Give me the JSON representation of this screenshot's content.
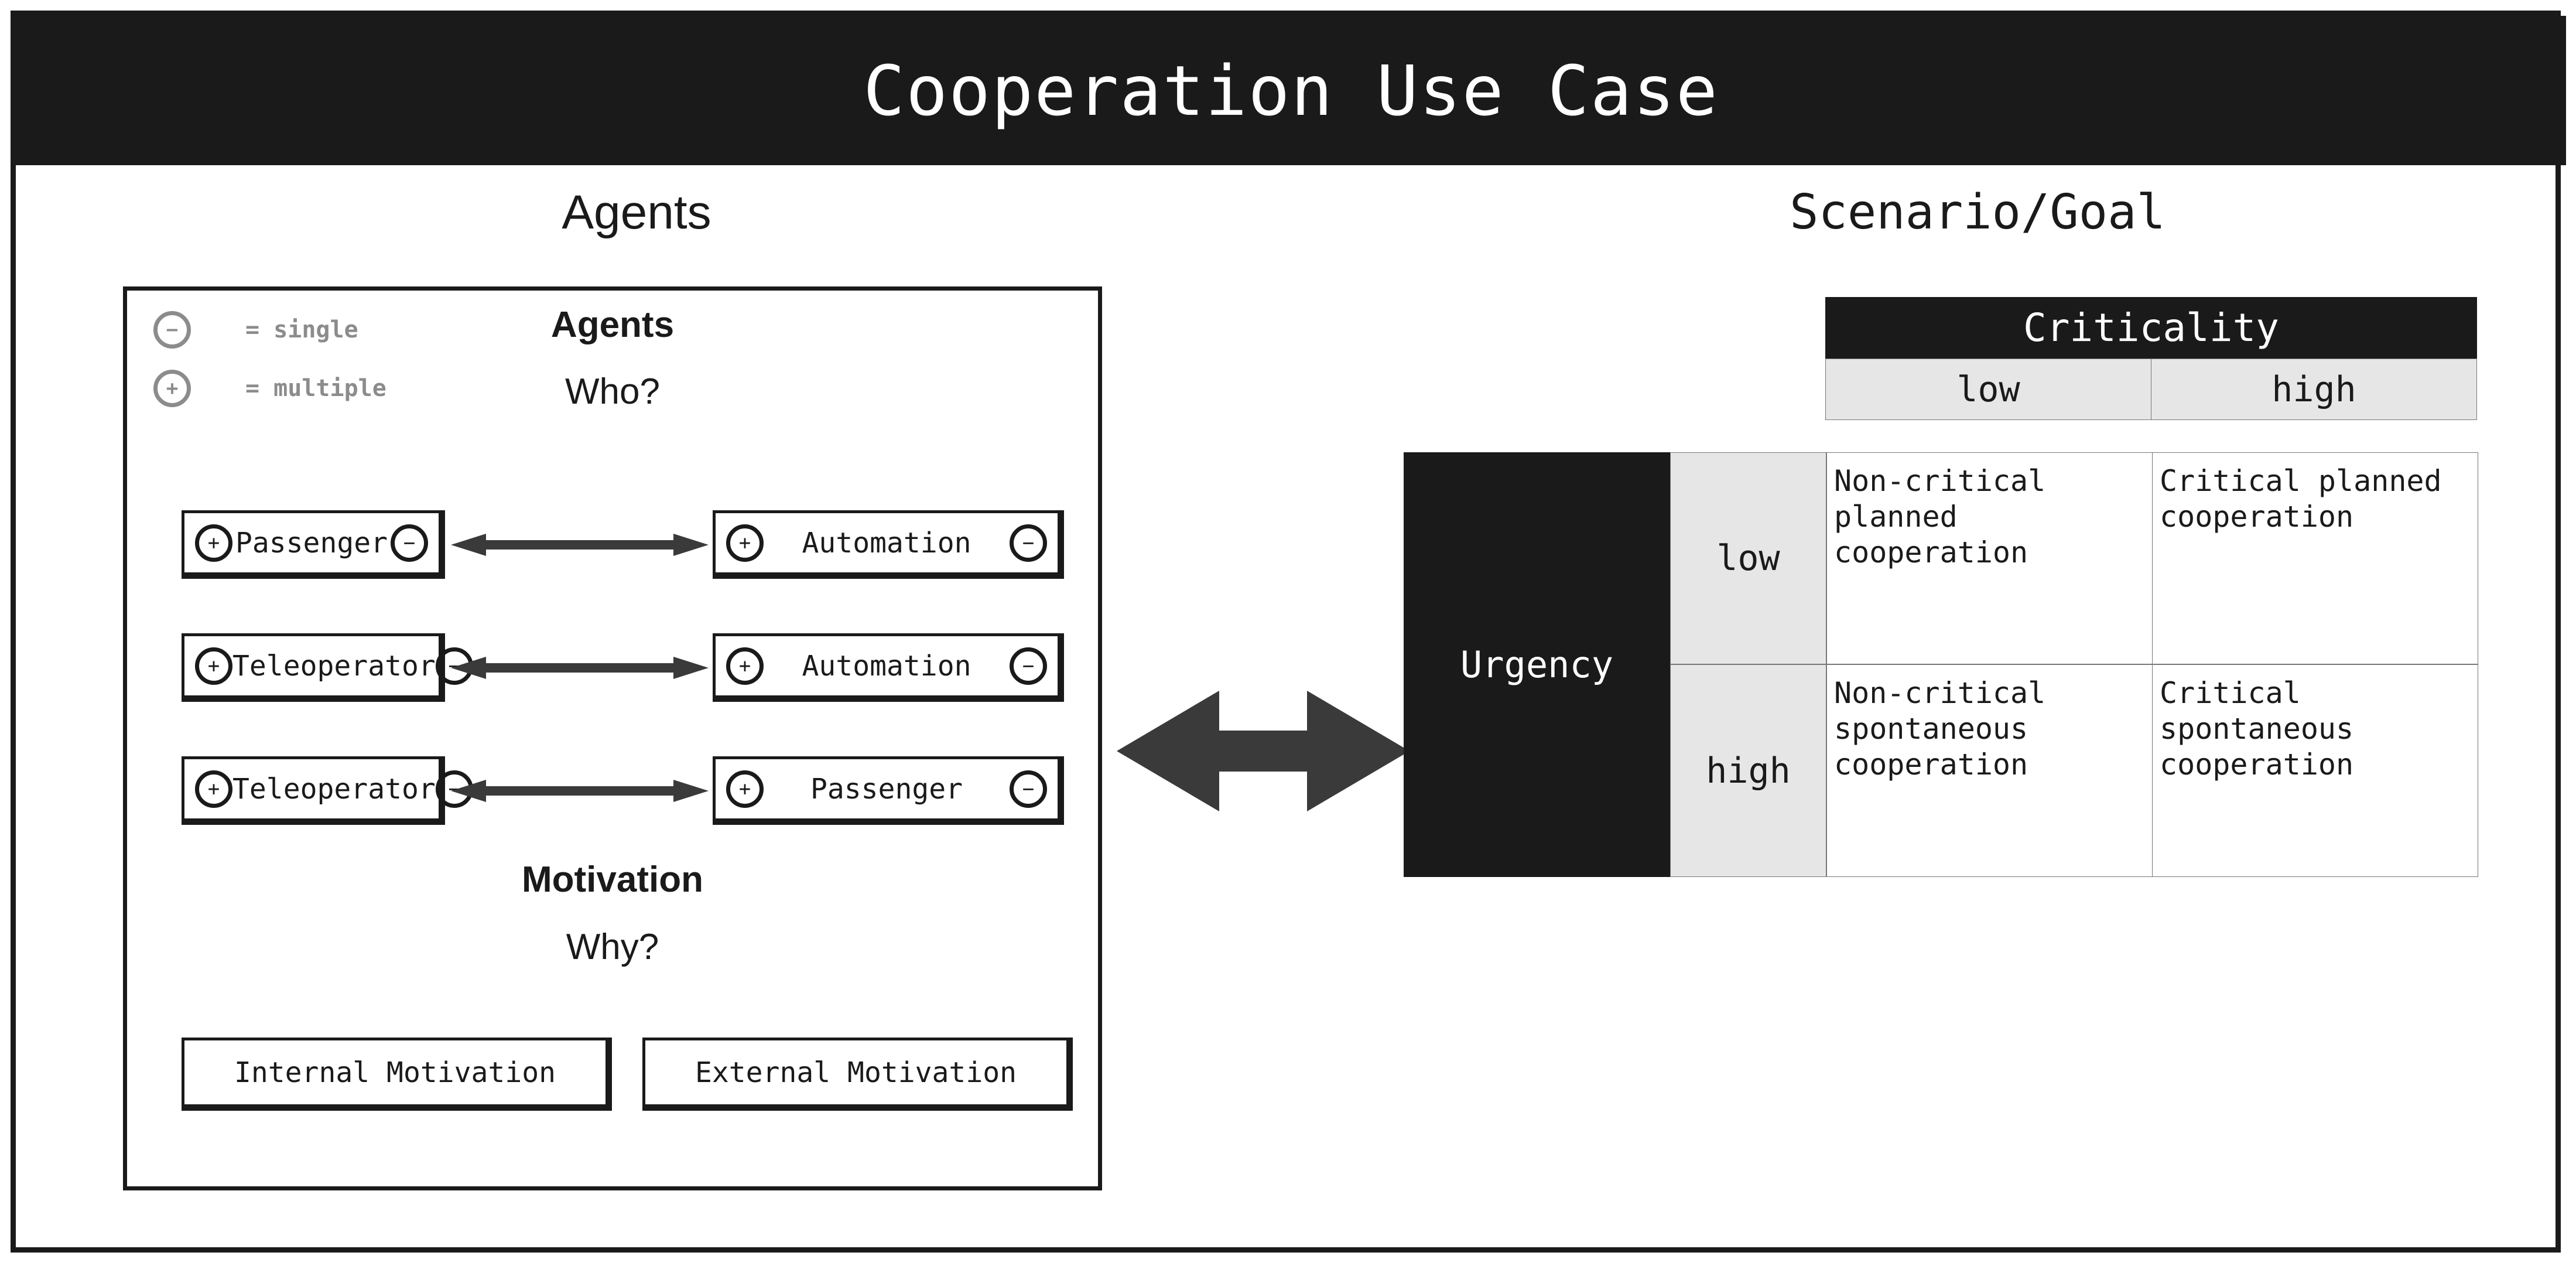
{
  "title": "Cooperation Use Case",
  "headings": {
    "agents": "Agents",
    "scenario": "Scenario/Goal"
  },
  "agents_panel": {
    "legend": [
      {
        "symbol": "−",
        "icon": "minus-circle-icon",
        "text": "= single"
      },
      {
        "symbol": "+",
        "icon": "plus-circle-icon",
        "text": "= multiple"
      }
    ],
    "sub_heading": "Agents",
    "sub_question": "Who?",
    "pairs": [
      {
        "left": {
          "badge_left": "+",
          "label": "Passenger",
          "badge_right": "−"
        },
        "right": {
          "badge_left": "+",
          "label": "Automation",
          "badge_right": "−"
        }
      },
      {
        "left": {
          "badge_left": "+",
          "label": "Teleoperator",
          "badge_right": "−"
        },
        "right": {
          "badge_left": "+",
          "label": "Automation",
          "badge_right": "−"
        }
      },
      {
        "left": {
          "badge_left": "+",
          "label": "Teleoperator",
          "badge_right": "−"
        },
        "right": {
          "badge_left": "+",
          "label": "Passenger",
          "badge_right": "−"
        }
      }
    ],
    "motivation_heading": "Motivation",
    "motivation_question": "Why?",
    "motivation_options": [
      "Internal Motivation",
      "External Motivation"
    ]
  },
  "matrix": {
    "column_axis_label": "Criticality",
    "row_axis_label": "Urgency",
    "column_levels": [
      "low",
      "high"
    ],
    "row_levels": [
      "low",
      "high"
    ],
    "cells": [
      [
        "Non-critical planned cooperation",
        "Critical planned cooperation"
      ],
      [
        "Non-critical spontaneous cooperation",
        "Critical spontaneous cooperation"
      ]
    ]
  },
  "colors": {
    "ink": "#1a1a1a",
    "paper": "#ffffff",
    "muted": "#8c8c8c",
    "band": "#e6e6e6",
    "arrow": "#3a3a3a"
  }
}
